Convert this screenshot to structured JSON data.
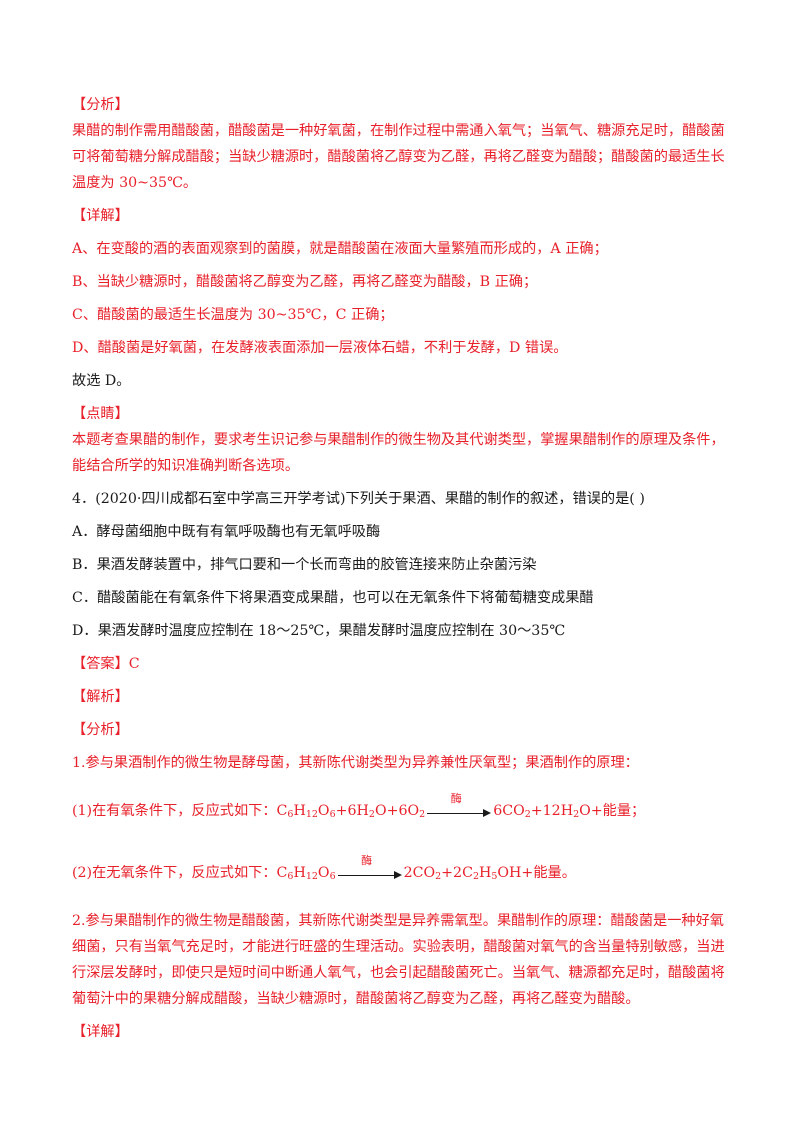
{
  "block1": {
    "analysis_label": "【分析】",
    "analysis_lines": [
      "果醋的制作需用醋酸菌，醋酸菌是一种好氧菌，在制作过程中需通入氧气；当氧气、糖源充足时，醋酸菌",
      "可将葡萄糖分解成醋酸；当缺少糖源时，醋酸菌将乙醇变为乙醛，再将乙醛变为醋酸；醋酸菌的最适生长",
      "温度为 30~35℃。"
    ],
    "detail_label": "【详解】",
    "detail_lines": [
      "A、在变酸的酒的表面观察到的菌膜，就是醋酸菌在液面大量繁殖而形成的，A 正确；",
      "B、当缺少糖源时，醋酸菌将乙醇变为乙醛，再将乙醛变为醋酸，B 正确；",
      "C、醋酸菌的最适生长温度为 30~35℃，C 正确；",
      "D、醋酸菌是好氧菌，在发酵液表面添加一层液体石蜡，不利于发酵，D 错误。"
    ],
    "conclusion": "故选 D。",
    "comment_label": "【点睛】",
    "comment_lines": [
      "本题考查果醋的制作，要求考生识记参与果醋制作的微生物及其代谢类型，掌握果醋制作的原理及条件，",
      "能结合所学的知识准确判断各选项。"
    ]
  },
  "question4": {
    "stem": "4．(2020·四川成都石室中学高三开学考试)下列关于果酒、果醋的制作的叙述，错误的是(    )",
    "options": [
      "A．酵母菌细胞中既有有氧呼吸酶也有无氧呼吸酶",
      "B．果酒发酵装置中，排气口要和一个长而弯曲的胶管连接来防止杂菌污染",
      "C．醋酸菌能在有氧条件下将果酒变成果醋，也可以在无氧条件下将葡萄糖变成果醋",
      "D．果酒发酵时温度应控制在 18～25℃，果醋发酵时温度应控制在 30～35℃"
    ],
    "answer": "【答案】C",
    "explain_label": "【解析】",
    "analysis_label": "【分析】",
    "point1": "1.参与果酒制作的微生物是酵母菌，其新陈代谢类型为异养兼性厌氧型；果酒制作的原理：",
    "eq1": {
      "prefix": "(1)在有氧条件下，反应式如下：",
      "enzyme": "酶",
      "left_html": "C<sub>6</sub>H<sub>12</sub>O<sub>6</sub>+6H<sub>2</sub>O+6O<sub>2</sub>",
      "right_html": "6CO<sub>2</sub>+12H<sub>2</sub>O+能量；"
    },
    "eq2": {
      "prefix": "(2)在无氧条件下，反应式如下：",
      "enzyme": "酶",
      "left_html": "C<sub>6</sub>H<sub>12</sub>O<sub>6</sub>",
      "right_html": "2CO<sub>2</sub>+2C<sub>2</sub>H<sub>5</sub>OH+能量。"
    },
    "point2_lines": [
      "2.参与果醋制作的微生物是醋酸菌，其新陈代谢类型是异养需氧型。果醋制作的原理：醋酸菌是一种好氧",
      "细菌，只有当氧气充足时，才能进行旺盛的生理活动。实验表明，醋酸菌对氧气的含当量特别敏感，当进",
      "行深层发酵时，即使只是短时间中断通人氧气，也会引起醋酸菌死亡。当氧气、糖源都充足时，醋酸菌将",
      "葡萄汁中的果糖分解成醋酸，当缺少糖源时，醋酸菌将乙醇变为乙醛，再将乙醛变为醋酸。"
    ],
    "detail_label": "【详解】"
  },
  "colors": {
    "red": "#e8202a",
    "black": "#1a1a1a"
  }
}
